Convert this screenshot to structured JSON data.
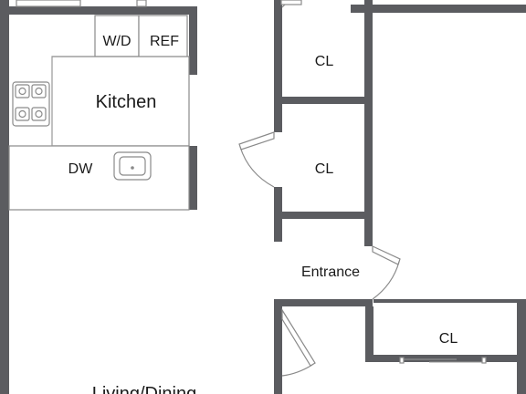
{
  "labels": {
    "washer_dryer": "W/D",
    "refrigerator": "REF",
    "kitchen": "Kitchen",
    "dishwasher": "DW",
    "closet_top": "CL",
    "closet_middle": "CL",
    "entrance": "Entrance",
    "closet_bottom": "CL",
    "living_dining": "Living/Dining"
  },
  "colors": {
    "wall": "#5b5c60",
    "fixture_line": "#8a8a8a",
    "text": "#1a1a1a",
    "background": "#ffffff"
  }
}
